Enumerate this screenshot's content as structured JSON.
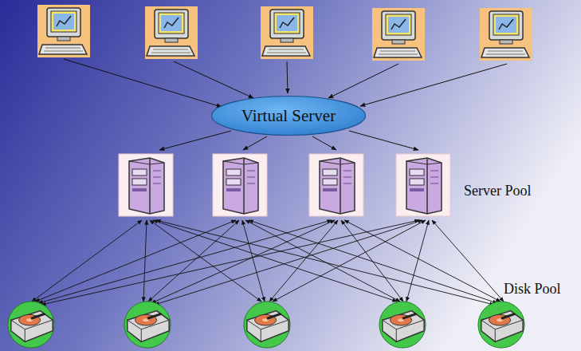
{
  "diagram": {
    "nodes": [
      {
        "text": [
          "Virtual Server"
        ]
      }
    ],
    "labels": [
      "Server Pool",
      "Disk Pool"
    ]
  }
}
